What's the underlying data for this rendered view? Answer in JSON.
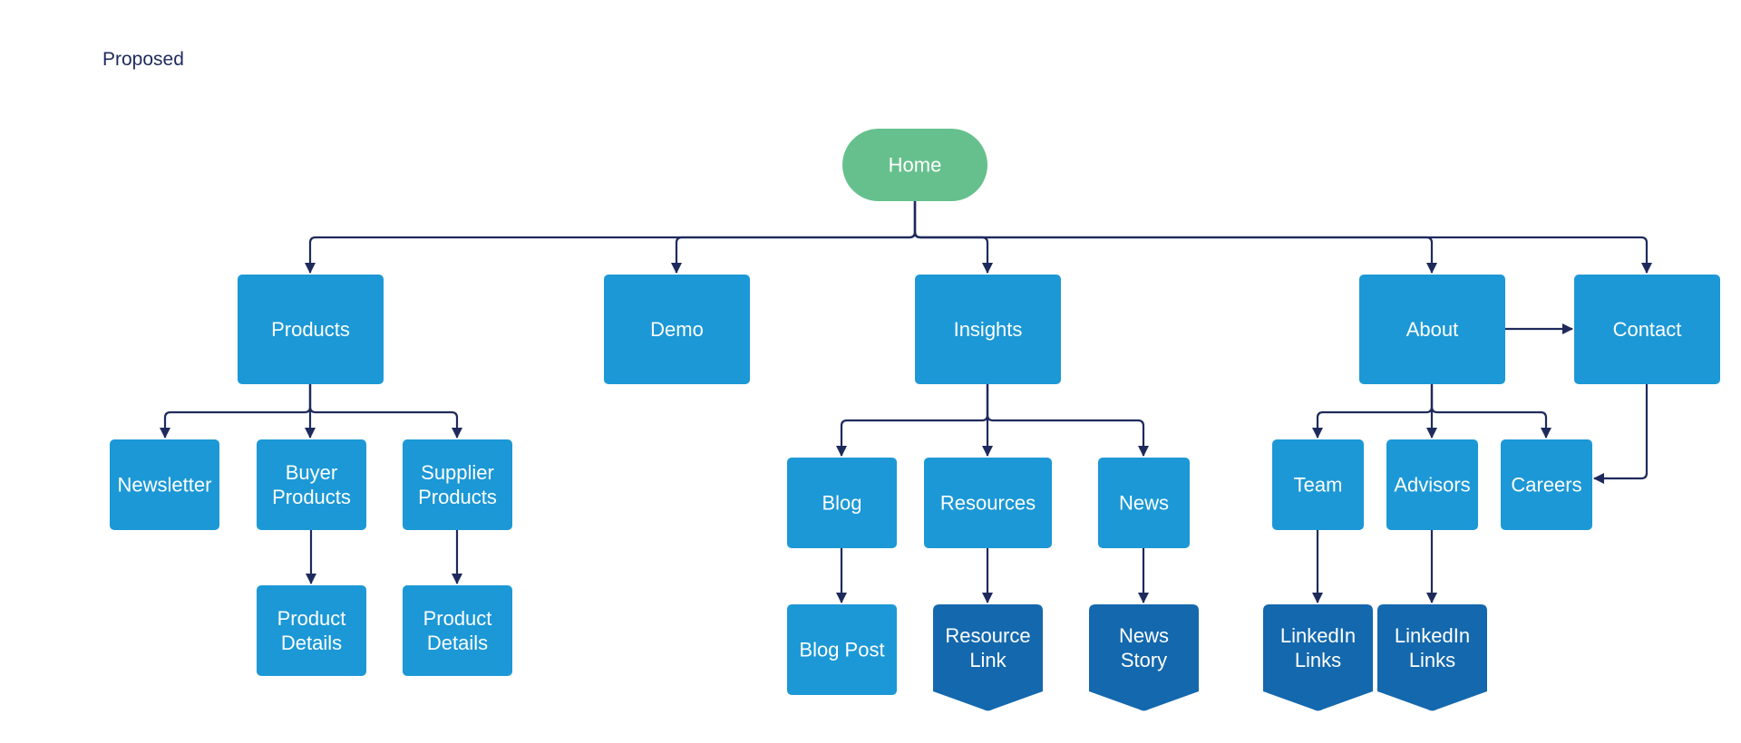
{
  "caption": "Proposed",
  "colors": {
    "root": "#66c08d",
    "page": "#1c98d6",
    "external": "#1468ad",
    "connector": "#1f2a5c",
    "text": "#ffffff",
    "caption": "#1f2a5c"
  },
  "nodes": [
    {
      "id": "home",
      "shape": "terminator",
      "lines": [
        "Home"
      ]
    },
    {
      "id": "products",
      "shape": "process",
      "lines": [
        "Products"
      ]
    },
    {
      "id": "demo",
      "shape": "process",
      "lines": [
        "Demo"
      ]
    },
    {
      "id": "insights",
      "shape": "process",
      "lines": [
        "Insights"
      ]
    },
    {
      "id": "about",
      "shape": "process",
      "lines": [
        "About"
      ]
    },
    {
      "id": "contact",
      "shape": "process",
      "lines": [
        "Contact"
      ]
    },
    {
      "id": "newsletter",
      "shape": "process",
      "lines": [
        "Newsletter"
      ]
    },
    {
      "id": "buyer-products",
      "shape": "process",
      "lines": [
        "Buyer",
        "Products"
      ]
    },
    {
      "id": "supplier-products",
      "shape": "process",
      "lines": [
        "Supplier",
        "Products"
      ]
    },
    {
      "id": "buyer-product-details",
      "shape": "process",
      "lines": [
        "Product",
        "Details"
      ]
    },
    {
      "id": "supplier-product-details",
      "shape": "process",
      "lines": [
        "Product",
        "Details"
      ]
    },
    {
      "id": "blog",
      "shape": "process",
      "lines": [
        "Blog"
      ]
    },
    {
      "id": "resources",
      "shape": "process",
      "lines": [
        "Resources"
      ]
    },
    {
      "id": "news",
      "shape": "process",
      "lines": [
        "News"
      ]
    },
    {
      "id": "blog-post",
      "shape": "process",
      "lines": [
        "Blog Post"
      ]
    },
    {
      "id": "resource-link",
      "shape": "offpage",
      "lines": [
        "Resource",
        "Link"
      ]
    },
    {
      "id": "news-story",
      "shape": "offpage",
      "lines": [
        "News",
        "Story"
      ]
    },
    {
      "id": "team",
      "shape": "process",
      "lines": [
        "Team"
      ]
    },
    {
      "id": "advisors",
      "shape": "process",
      "lines": [
        "Advisors"
      ]
    },
    {
      "id": "careers",
      "shape": "process",
      "lines": [
        "Careers"
      ]
    },
    {
      "id": "team-linkedin",
      "shape": "offpage",
      "lines": [
        "LinkedIn",
        "Links"
      ]
    },
    {
      "id": "advisors-linkedin",
      "shape": "offpage",
      "lines": [
        "LinkedIn",
        "Links"
      ]
    }
  ],
  "edges": [
    {
      "from": "home",
      "to": "products"
    },
    {
      "from": "home",
      "to": "demo"
    },
    {
      "from": "home",
      "to": "insights"
    },
    {
      "from": "home",
      "to": "about"
    },
    {
      "from": "home",
      "to": "contact"
    },
    {
      "from": "about",
      "to": "contact"
    },
    {
      "from": "products",
      "to": "newsletter"
    },
    {
      "from": "products",
      "to": "buyer-products"
    },
    {
      "from": "products",
      "to": "supplier-products"
    },
    {
      "from": "buyer-products",
      "to": "buyer-product-details"
    },
    {
      "from": "supplier-products",
      "to": "supplier-product-details"
    },
    {
      "from": "insights",
      "to": "blog"
    },
    {
      "from": "insights",
      "to": "resources"
    },
    {
      "from": "insights",
      "to": "news"
    },
    {
      "from": "blog",
      "to": "blog-post"
    },
    {
      "from": "resources",
      "to": "resource-link"
    },
    {
      "from": "news",
      "to": "news-story"
    },
    {
      "from": "about",
      "to": "team"
    },
    {
      "from": "about",
      "to": "advisors"
    },
    {
      "from": "about",
      "to": "careers"
    },
    {
      "from": "contact",
      "to": "careers"
    },
    {
      "from": "team",
      "to": "team-linkedin"
    },
    {
      "from": "advisors",
      "to": "advisors-linkedin"
    }
  ]
}
